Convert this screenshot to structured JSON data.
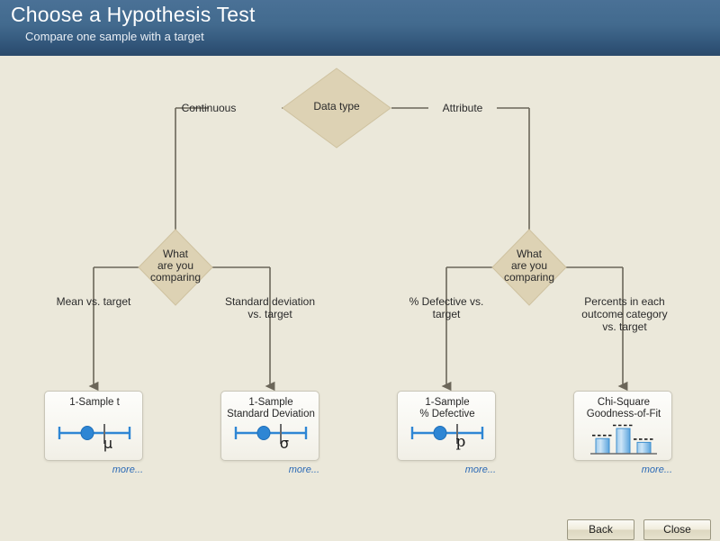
{
  "header": {
    "title": "Choose a Hypothesis Test",
    "subtitle": "Compare one sample with a target",
    "gradient_top": "#4a7196",
    "gradient_bottom": "#2b4a69"
  },
  "canvas": {
    "background": "#ebe8da",
    "connector_color": "#6b6659",
    "diamond_fill": "#ddd2b4",
    "diamond_stroke": "#c6b994"
  },
  "flow": {
    "root": {
      "label": "Data type"
    },
    "top_branches": [
      {
        "label": "Continuous",
        "side": "left"
      },
      {
        "label": "Attribute",
        "side": "right"
      }
    ],
    "decisions": [
      {
        "label": "What\nare you\ncomparing",
        "side": "left"
      },
      {
        "label": "What\nare you\ncomparing",
        "side": "right"
      }
    ],
    "branch_labels": [
      {
        "label": "Mean vs. target"
      },
      {
        "label": "Standard deviation\nvs. target"
      },
      {
        "label": "% Defective vs.\ntarget"
      },
      {
        "label": "Percents in each\noutcome category\nvs. target"
      }
    ]
  },
  "results": [
    {
      "title": "1-Sample t",
      "figure": "interval-plot",
      "symbol": "μ",
      "more_label": "more...",
      "accent": "#2e86d4"
    },
    {
      "title": "1-Sample\nStandard Deviation",
      "figure": "interval-plot",
      "symbol": "σ",
      "more_label": "more...",
      "accent": "#2e86d4"
    },
    {
      "title": "1-Sample\n% Defective",
      "figure": "interval-plot",
      "symbol": "p",
      "more_label": "more...",
      "accent": "#2e86d4"
    },
    {
      "title": "Chi-Square\nGoodness-of-Fit",
      "figure": "bar-chart",
      "symbol": "",
      "more_label": "more...",
      "accent": "#2e86d4",
      "bars": [
        60,
        100,
        45
      ]
    }
  ],
  "footer": {
    "back_label": "Back",
    "close_label": "Close"
  }
}
